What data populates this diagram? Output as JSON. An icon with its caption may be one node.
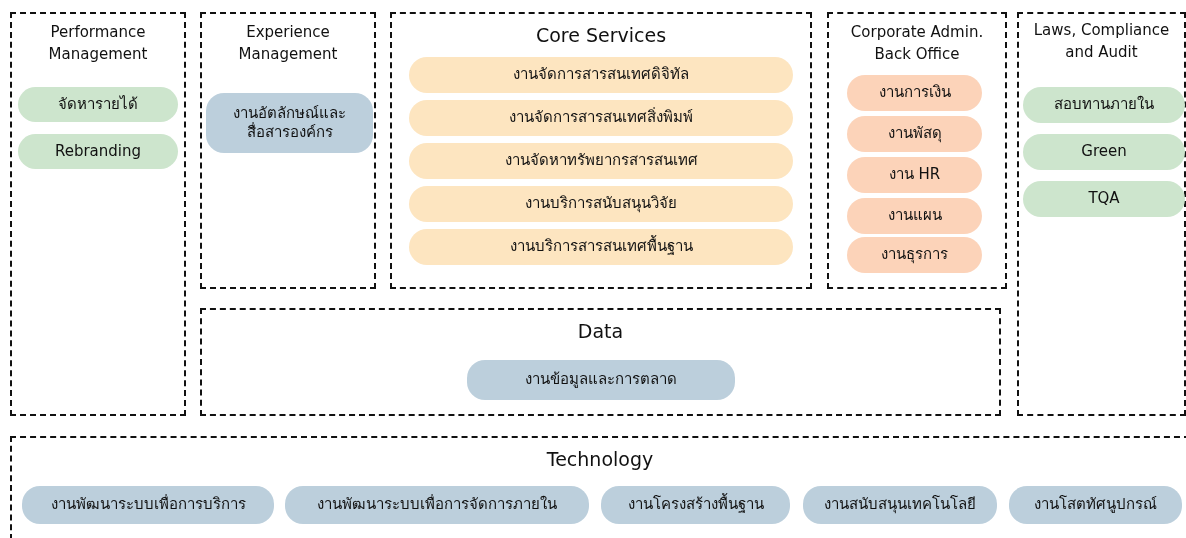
{
  "diagram": {
    "nodes": [
      {
        "text": [
          "Performance Management"
        ]
      },
      {
        "text": [
          "จัดหารายได้"
        ],
        "in": 0
      },
      {
        "text": [
          "Rebranding"
        ],
        "in": 0
      },
      {
        "text": [
          "Experience Management"
        ]
      },
      {
        "text": [
          "งานอัตลักษณ์และสื่อสารองค์กร"
        ],
        "in": 3
      },
      {
        "text": [
          "Core Services"
        ]
      },
      {
        "text": [
          "งานจัดการสารสนเทศดิจิทัล"
        ],
        "in": 5
      },
      {
        "text": [
          "งานจัดการสารสนเทศสิ่งพิมพ์"
        ],
        "in": 5
      },
      {
        "text": [
          "งานจัดหาทรัพยากรสารสนเทศ"
        ],
        "in": 5
      },
      {
        "text": [
          "งานบริการสนับสนุนวิจัย"
        ],
        "in": 5
      },
      {
        "text": [
          "งานบริการสารสนเทศพื้นฐาน"
        ],
        "in": 5
      },
      {
        "text": [
          "Corporate Admin. Back Office"
        ]
      },
      {
        "text": [
          "งานการเงิน"
        ],
        "in": 11
      },
      {
        "text": [
          "งานพัสดุ"
        ],
        "in": 11
      },
      {
        "text": [
          "งาน HR"
        ],
        "in": 11
      },
      {
        "text": [
          "งานแผน"
        ],
        "in": 11
      },
      {
        "text": [
          "งานธุรการ"
        ],
        "in": 11
      },
      {
        "text": [
          "Laws, Compliance and Audit"
        ]
      },
      {
        "text": [
          "สอบทานภายใน"
        ],
        "in": 17
      },
      {
        "text": [
          "Green"
        ],
        "in": 17
      },
      {
        "text": [
          "TQA"
        ],
        "in": 17
      },
      {
        "text": [
          "Data"
        ]
      },
      {
        "text": [
          "งานข้อมูลและการตลาด"
        ],
        "in": 21
      },
      {
        "text": [
          "Technology"
        ]
      },
      {
        "text": [
          "งานพัฒนาระบบเพื่อการบริการ"
        ],
        "in": 23
      },
      {
        "text": [
          "งานพัฒนาระบบเพื่อการจัดการภายใน"
        ],
        "in": 23
      },
      {
        "text": [
          "งานโครงสร้างพื้นฐาน"
        ],
        "in": 23
      },
      {
        "text": [
          "งานสนับสนุนเทคโนโลยี"
        ],
        "in": 23
      },
      {
        "text": [
          "งานโสตทัศนูปกรณ์"
        ],
        "in": 23
      }
    ],
    "edges": []
  }
}
